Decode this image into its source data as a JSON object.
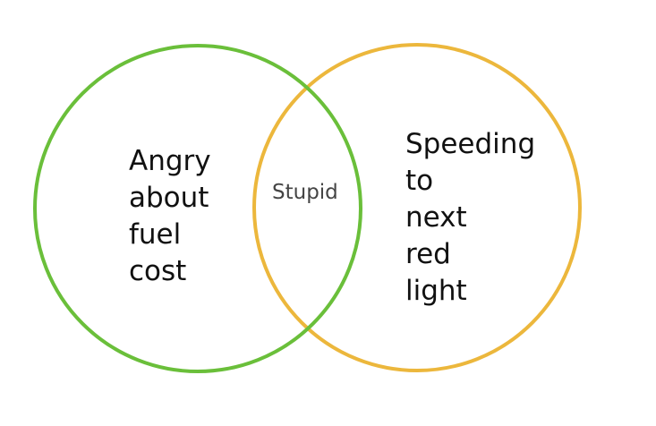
{
  "sets": [
    {
      "name": "left",
      "label": "Angry\nabout\nfuel\ncost",
      "color": "#6abf3a"
    },
    {
      "name": "right",
      "label": "Speeding\nto\nnext\nred\nlight",
      "color": "#ecb73c"
    }
  ],
  "intersection": {
    "label": "Stupid"
  }
}
